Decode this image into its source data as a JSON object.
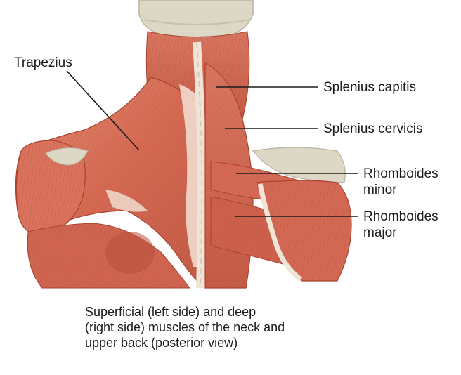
{
  "labels": {
    "trapezius": "Trapezius",
    "splenius_capitis": "Splenius capitis",
    "splenius_cervicis": "Splenius cervicis",
    "rhomboides_minor": [
      "Rhomboides",
      "minor"
    ],
    "rhomboides_major": [
      "Rhomboides",
      "major"
    ]
  },
  "caption": [
    "Superficial (left side) and deep",
    "(right side) muscles of the neck and",
    "upper back (posterior view)"
  ],
  "colors": {
    "muscle": "#d9725c",
    "muscle_dark": "#b8503d",
    "muscle_light": "#e79a86",
    "tendon": "#f3e3d6",
    "bone": "#ddd8c6",
    "leader_line": "#1a1a1a"
  }
}
